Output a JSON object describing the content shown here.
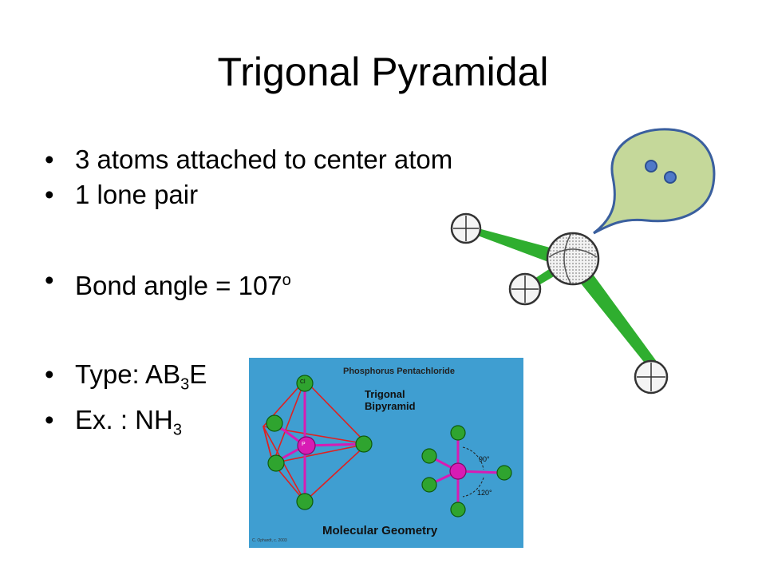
{
  "slide": {
    "title": "Trigonal Pyramidal",
    "bullets": {
      "b1": "3 atoms attached to center atom",
      "b2": "1 lone pair",
      "b3_text": "Bond angle = 107",
      "b3_sup": "o",
      "b4_pre": "Type: AB",
      "b4_sub": "3",
      "b4_post": "E",
      "b5_pre": "Ex. : NH",
      "b5_sub": "3"
    }
  },
  "figure": {
    "title": "Phosphorus Pentachloride",
    "shape_line1": "Trigonal",
    "shape_line2": "Bipyramid",
    "caption": "Molecular Geometry",
    "credit": "C. Ophardt, c. 2003",
    "angle_top": "90°",
    "angle_bottom": "120°",
    "center_atom": "P",
    "outer_atom": "Cl"
  },
  "colors": {
    "bond": "#2fae2f",
    "lone_pair_fill": "#c5d89a",
    "lone_pair_stroke": "#3a5f9e",
    "electron": "#4f79c8",
    "panel_bg": "#3f9ed1",
    "p_atom": "#d81bb4",
    "cl_atom": "#2fa42f"
  }
}
